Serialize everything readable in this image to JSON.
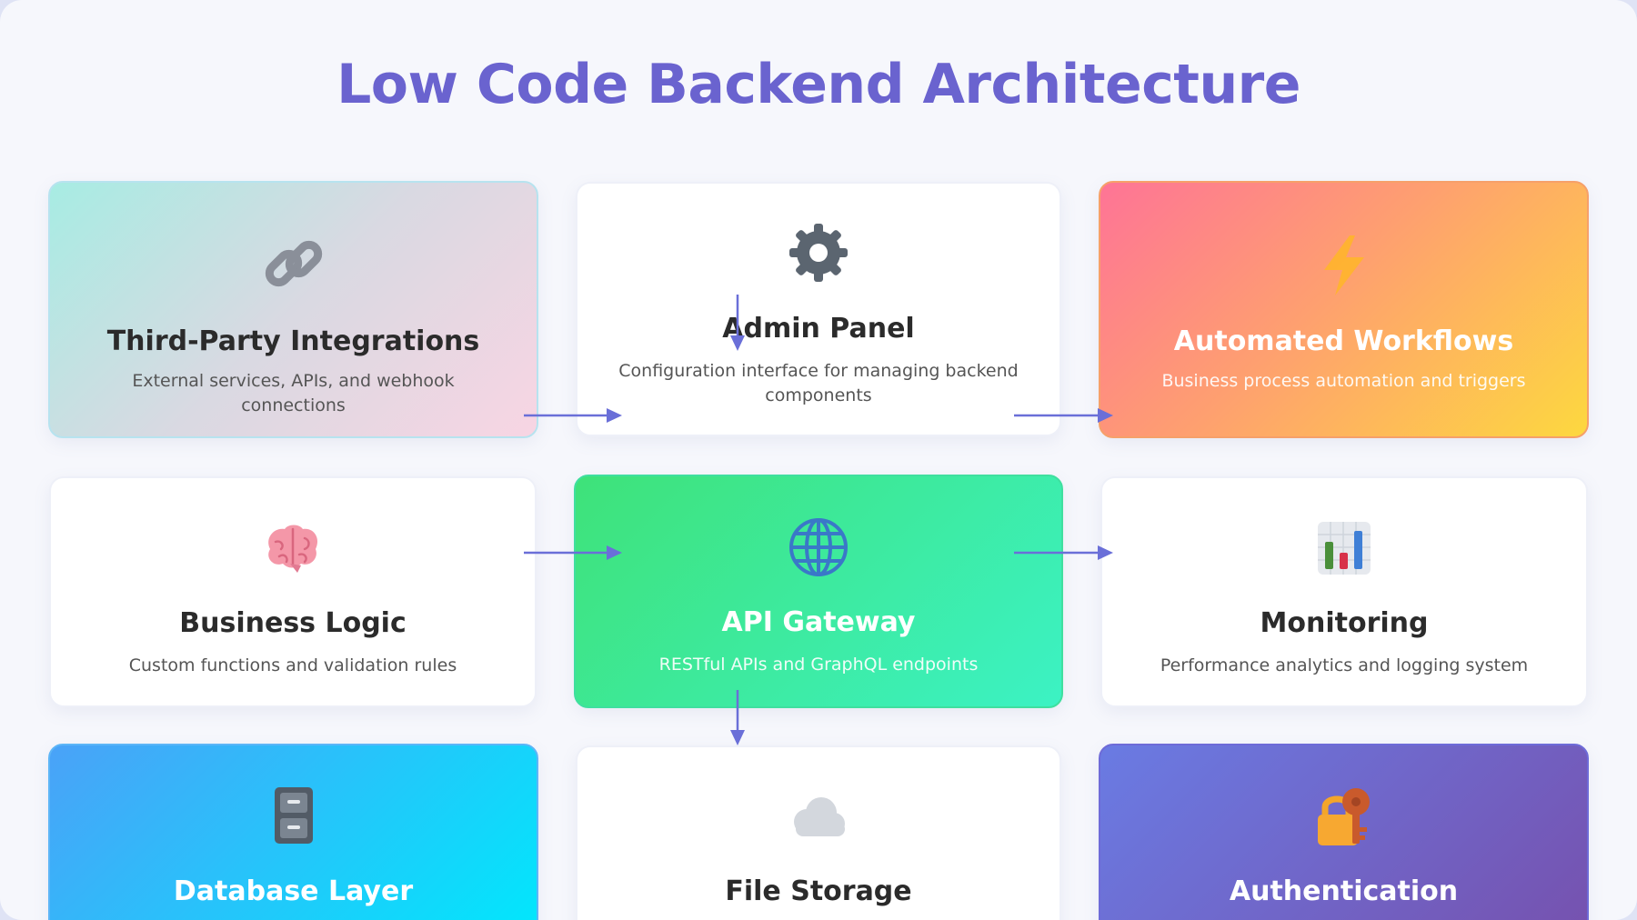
{
  "title": "Low Code Backend Architecture",
  "components": {
    "integrations": {
      "name": "Third-Party Integrations",
      "desc": "External services, APIs, and webhook connections",
      "icon": "link-icon"
    },
    "admin": {
      "name": "Admin Panel",
      "desc": "Configuration interface for managing backend components",
      "icon": "gear-icon"
    },
    "workflows": {
      "name": "Automated Workflows",
      "desc": "Business process automation and triggers",
      "icon": "lightning-icon"
    },
    "logic": {
      "name": "Business Logic",
      "desc": "Custom functions and validation rules",
      "icon": "brain-icon"
    },
    "gateway": {
      "name": "API Gateway",
      "desc": "RESTful APIs and GraphQL endpoints",
      "icon": "globe-icon"
    },
    "monitoring": {
      "name": "Monitoring",
      "desc": "Performance analytics and logging system",
      "icon": "bar-chart-icon"
    },
    "database": {
      "name": "Database Layer",
      "icon": "file-cabinet-icon"
    },
    "storage": {
      "name": "File Storage",
      "icon": "cloud-icon"
    },
    "auth": {
      "name": "Authentication",
      "icon": "lock-key-icon"
    }
  },
  "colors": {
    "title": "#6a63cf",
    "arrow": "#6a6fd8"
  }
}
